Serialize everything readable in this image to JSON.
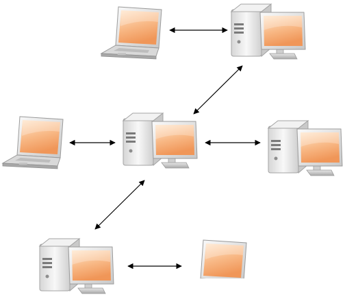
{
  "diagram": {
    "type": "network-topology",
    "nodes": [
      {
        "id": "laptop-top",
        "kind": "laptop"
      },
      {
        "id": "desktop-top-right",
        "kind": "desktop"
      },
      {
        "id": "desktop-center",
        "kind": "desktop"
      },
      {
        "id": "laptop-left",
        "kind": "laptop"
      },
      {
        "id": "desktop-right",
        "kind": "desktop"
      },
      {
        "id": "desktop-bottom-left",
        "kind": "desktop"
      },
      {
        "id": "laptop-bottom-right",
        "kind": "laptop"
      }
    ],
    "edges": [
      {
        "from": "laptop-top",
        "to": "desktop-top-right",
        "direction": "bidirectional"
      },
      {
        "from": "desktop-top-right",
        "to": "desktop-center",
        "direction": "bidirectional"
      },
      {
        "from": "laptop-left",
        "to": "desktop-center",
        "direction": "bidirectional"
      },
      {
        "from": "desktop-center",
        "to": "desktop-right",
        "direction": "bidirectional"
      },
      {
        "from": "desktop-center",
        "to": "desktop-bottom-left",
        "direction": "bidirectional"
      },
      {
        "from": "desktop-bottom-left",
        "to": "laptop-bottom-right",
        "direction": "bidirectional"
      }
    ]
  },
  "colors": {
    "screen_light": "#ffe2c4",
    "screen_dark": "#f4a068",
    "case_light": "#f7f7f7",
    "case_dark": "#bdbdbd",
    "outline": "#9a9a9a",
    "arrow": "#000000"
  }
}
